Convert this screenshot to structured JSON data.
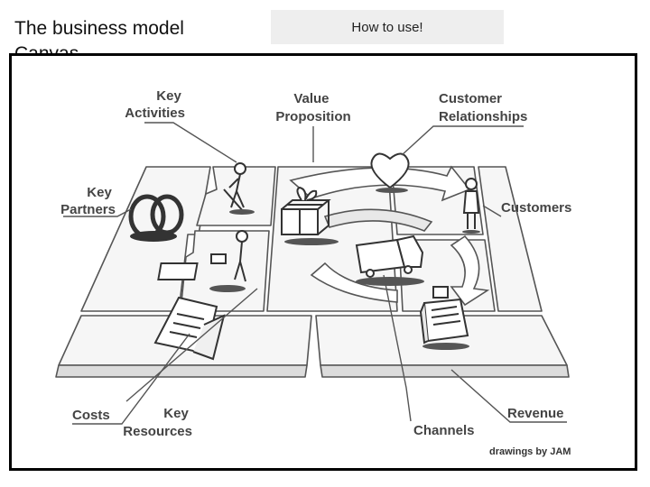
{
  "slide": {
    "title": "The business model Canvas",
    "how_to": "How to use!"
  },
  "canvas": {
    "labels": {
      "key_activities": [
        "Key",
        "Activities"
      ],
      "value_proposition": [
        "Value",
        "Proposition"
      ],
      "customer_relationships": [
        "Customer",
        "Relationships"
      ],
      "key_partners": [
        "Key",
        "Partners"
      ],
      "customers": "Customers",
      "costs": "Costs",
      "key_resources": [
        "Key",
        "Resources"
      ],
      "channels": "Channels",
      "revenue": "Revenue"
    },
    "credit": "drawings by JAM"
  }
}
